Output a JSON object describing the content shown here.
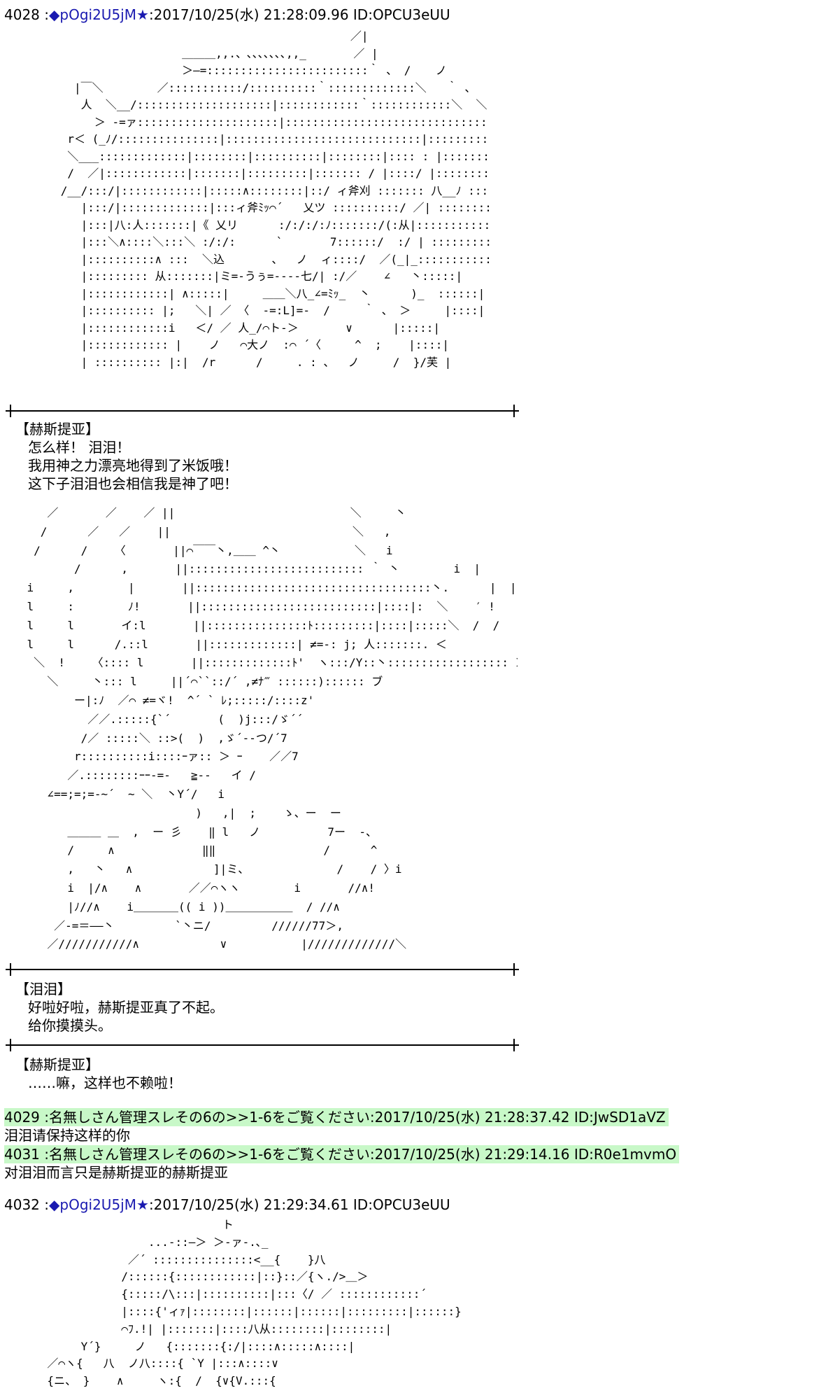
{
  "posts": [
    {
      "number": "4028",
      "sep": " :",
      "trip": "◆pOgi2U5jM",
      "star": "★",
      "datetime": ":2017/10/25(水) 21:28:09.96",
      "id": " ID:OPCU3eUU"
    },
    {
      "number": "4032",
      "sep": " :",
      "trip": "◆pOgi2U5jM",
      "star": "★",
      "datetime": ":2017/10/25(水) 21:29:34.61",
      "id": " ID:OPCU3eUU"
    }
  ],
  "ascii_art": [
    "                                                    ／|\n                           ＿＿＿,,.、､､､､､､､,,_       ／ |\n                           ＞―=::::::::::::::::::::::::｀ 、 / 　 ノ\n           |￣＼        ／:::::::::::/::::::::::｀:::::::::::::＼   ｀ 、\n            人  ＼__/::::::::::::::::::::|::::::::::::｀::::::::::::＼  ＼ ＼_\n              ＞ -=ァ:::::::::::::::::::::|:::::::::::::::::::::::::::::::∨ ＼＿/\n          r＜ (_ﾉ/:::::::::::::::|:::::::::::::::::::::::::::::|::::::::::i  (:::丶\n          ＼___:::::::::::::|::::::::|::::::::::|::::::::|:::: : |:::::::::ド⌒:::::::\n          /  ／|::::::::::::|:::::::|:::::::::|::::::: / |::::/ |:::::::::|  ｀ ::::::::\n         /__/:::/|::::::::::::|:::::∧::::::::|::/ ィ斧刈 ::::::: 八__ﾉ ::::::i\n            |:::/|:::::::::::::|:::ィ斧ﾐｯ⌒´   乂ツ ::::::::::/ ／| ::::::::::\n            |:::|八:人:::::::|《 乂リ      :/:/:/:ﾉ:::::::/(:从|::::::::::::\n            |:::＼∧::::＼:::＼ :/:/:      `       7::::::/  :/ | :::::::::: |\n            |::::::::::∧ :::  ＼込       、  ノ  ィ::::/  ／(_|_:::::::::::|\n            |::::::::: 从:::::::|ミ=-うぅ=-‐‐‐七/| :/／    ∠   丶:::::|\n            |::::::::::::| ∧:::::|     ＿＿＼八_∠=ﾐｯ_  丶      )_  ::::::|\n            |:::::::::: |;   ＼| ／ 〈  -=:L]=-  /     ｀ 、 ＞     |::::|\n            |::::::::::::i   ＜/ ／ 人_/⌒ト-＞       ∨      |:::::|\n            |:::::::::::: |    ノ   ⌒大ノ  :⌒ ´〈     ^  ;    |::::|\n            | :::::::::: |:|  /r      /     . : 、  ノ     /  }/芙 |",
    "       ／       ／    ／ ||                          ＼     丶\n      /      ／   ／    ||                           ＼   ,\n     /      /    〈       ||⌒￣￣丶,＿＿ ^丶           ＼   i\n           /      ,       ||:::::::::::::::::::::::::: ｀ 丶        i  |\n    i     ,        |       ||:::::::::::::::::::::::::::::::::::丶.      |  |\n    l     :        ﾉ!       ||::::::::::::::::::::::::::|::::|:  ＼    ′ !\n    l     l       イ:l       ||:::::::::::::::ﾄ:::::::::|::::|:::::＼  /  /\n    l     l      /.::l       ||:::::::::::::| ≠=-: j; 人:::::::. ＜\n     ＼  !    〈:::: l       ||:::::::::::::ﾄ'  ヽ:::/Y::丶:::::::::::::::::: ＞\n       ＼     丶::: l     ||´⌒``::/´ ,≠ﾅ‴ ::::::):::::: ブ\n           ー|:ﾉ  ／⌒ ≠=ヾ!  ^´ ` ﾚ;:::::/::::z'\n             ／／.:::::{`´       (  )j:::/ゞ´´\n            /／ :::::＼ ::>(  )  ,ゞ´‐-つ/´7\n           r::::::::::i::::ｰァ:: ＞ ｰ    ／／7\n          ／.::::::::ｰｰ-=‐   ≧‐-   イ /\n       ∠==;=;=‐~´  ~ ＼  丶Y´/   i\n                             )   ,|  ;    ゝ、ー  ー\n          ＿＿＿ ＿  ,  ー 彡    ‖ l   ノ          7ー  -、\n          /     ∧             ‖‖                /      ^\n          ,   丶   ∧            ]|ミ、             /    / 〉i\n          i  |/∧    ∧       ／／⌒ヽヽ        i       //∧!\n          |ﾉ//∧    i＿＿＿＿(( i ))＿＿＿＿＿＿  / //∧\n        ／‐=＝――丶         `丶ニ/         //////77＞,\n       ／///////////∧            ∨           |/////////////＼",
    "                                 ト\n                      ...-::―＞ ＞‐ァ‐.､_\n                   ／´ :::::::::::::::<__{    }八\n                  /::::::{::::::::::::|::}::／{ヽ./>＿＞\n                  {:::::/\\:::|::::::::::|:::〈/ ／ ::::::::::::´\n                  |::::{'ィｧ|::::::::|::::::|::::::|:::::::::|::::::}\n                  ⌒ﾌ.!| |:::::::|::::八从::::::::|::::::::|\n            Y´}     ノ   {:::::::{:/|::::∧:::::∧::::|\n       ／⌒ヽ{   八  ノ八::::{ `Y |:::∧::::∨\n       {ニ、 }    ∧     ヽ:{  /  {∨{V.:::{"
  ],
  "dividers": [
    {
      "style": "bar"
    },
    {
      "style": "bar"
    },
    {
      "style": "bar"
    }
  ],
  "dialogs": [
    {
      "speaker": "【赫斯提亚】",
      "lines": [
        "怎么样！ 泪泪！",
        "我用神之力漂亮地得到了米饭哦！",
        "这下子泪泪也会相信我是神了吧！"
      ]
    },
    {
      "speaker": "【泪泪】",
      "lines": [
        "好啦好啦，赫斯提亚真了不起。",
        "给你摸摸头。"
      ]
    },
    {
      "speaker": "【赫斯提亚】",
      "lines": [
        "……嘛，这样也不赖啦！"
      ]
    }
  ],
  "replies": [
    {
      "header": "4029 :名無しさん管理スレその6の>>1-6をご覧ください:2017/10/25(水) 21:28:37.42 ID:JwSD1aVZ",
      "body": "泪泪请保持这样的你"
    },
    {
      "header": "4031 :名無しさん管理スレその6の>>1-6をご覧ください:2017/10/25(水) 21:29:14.16 ID:R0e1mvmO",
      "body": "对泪泪而言只是赫斯提亚的赫斯提亚"
    }
  ],
  "colors": {
    "trip": "#1a1ab0",
    "reply_highlight": "#c8f8c8",
    "text": "#000000",
    "background": "#ffffff"
  }
}
